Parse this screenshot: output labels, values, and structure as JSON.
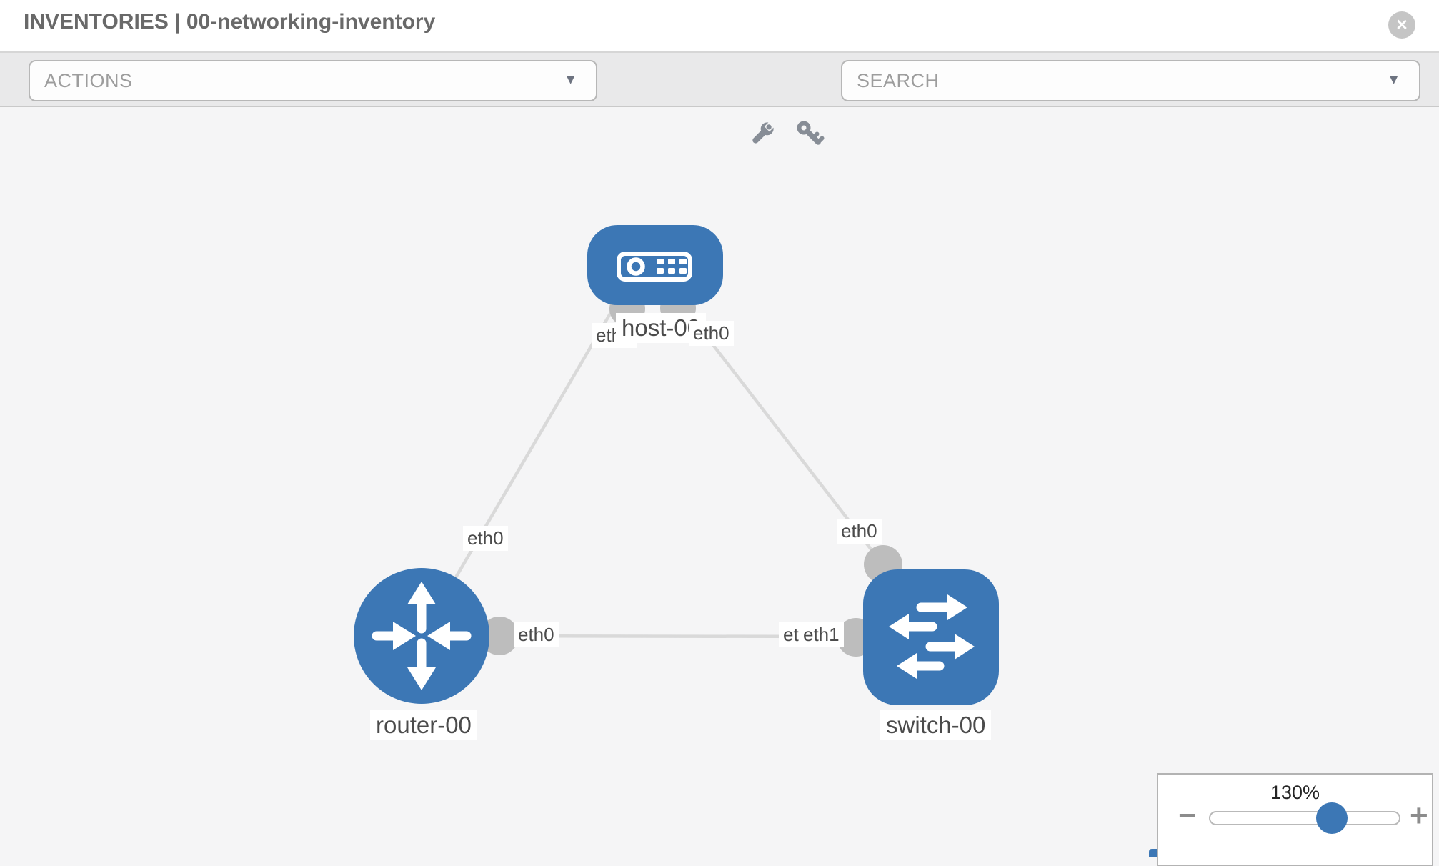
{
  "header": {
    "title": "INVENTORIES | 00-networking-inventory"
  },
  "icons": {
    "close": "✕",
    "caret": "▼",
    "minus": "−",
    "plus": "+"
  },
  "toolbar": {
    "actions_label": "ACTIONS",
    "search_label": "SEARCH"
  },
  "canvas": {
    "nodes": [
      {
        "id": "host-00",
        "type": "host",
        "label": "host-00"
      },
      {
        "id": "router-00",
        "type": "router",
        "label": "router-00"
      },
      {
        "id": "switch-00",
        "type": "switch",
        "label": "switch-00"
      }
    ],
    "links": [
      {
        "from": "router-00",
        "to": "host-00"
      },
      {
        "from": "host-00",
        "to": "switch-00"
      },
      {
        "from": "router-00",
        "to": "switch-00"
      }
    ],
    "edge_labels": {
      "host_left": "eth0",
      "host_right": "eth0",
      "router_host_mid": "eth0",
      "host_switch_mid": "eth0",
      "router_port": "eth0",
      "switch_port_hidden": "eth0",
      "switch_port": "eth1"
    }
  },
  "zoom_panel": {
    "percent": "130%"
  },
  "colors": {
    "node_blue": "#3c77b5",
    "link_gray": "#d9d9d9",
    "port_gray": "#bdbdbd"
  }
}
